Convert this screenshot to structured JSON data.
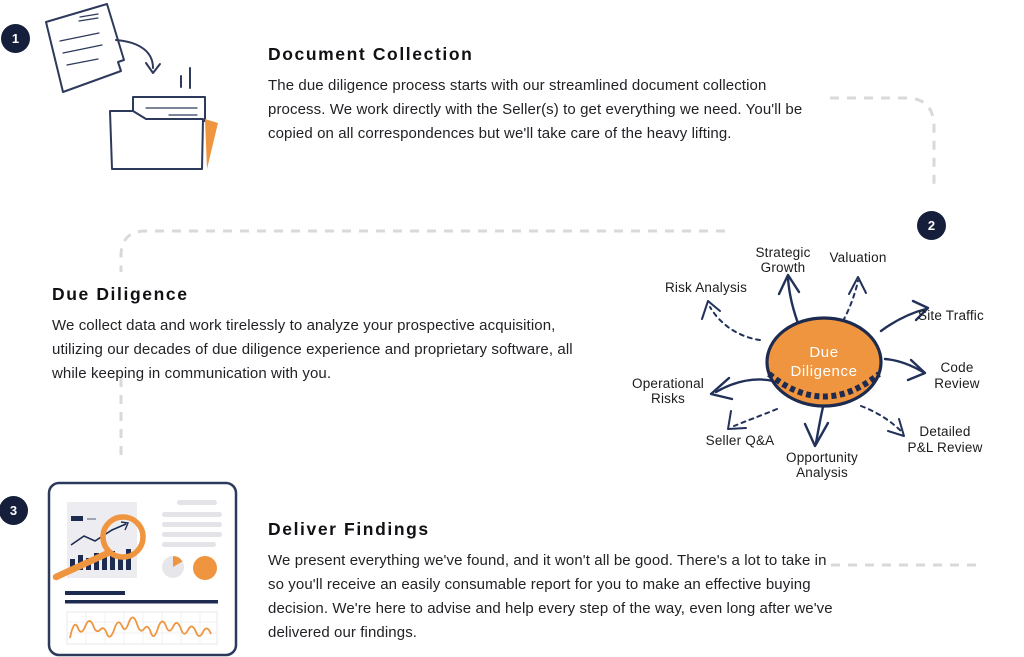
{
  "colors": {
    "navy_stroke": "#2E3A5C",
    "badge_navy": "#151E3A",
    "orange": "#F0953F",
    "dash_gray": "#D9D9D9",
    "panel_gray": "#EDEDF1",
    "hub_stroke": "#1D2B50"
  },
  "icons": {
    "step1": "document-to-folder-icon",
    "step3": "analytics-report-icon"
  },
  "steps": [
    {
      "number": "1",
      "title": "Document Collection",
      "body": "The due diligence process starts with our streamlined document collection process. We work directly with the Seller(s) to get everything we need. You'll be copied on all correspondences but we'll take care of the heavy lifting."
    },
    {
      "number": "2",
      "title": "Due Diligence",
      "body": "We collect data and work tirelessly to analyze your prospective acquisition, utilizing our decades of due diligence experience and proprietary software, all while keeping in communication with you."
    },
    {
      "number": "3",
      "title": "Deliver Findings",
      "body": "We present everything we've found, and it won't all be good. There's a lot to take in so you'll receive an easily consumable report for you to make an effective buying decision. We're here to advise and help every step of the way, even long after we've delivered our findings."
    }
  ],
  "hub": {
    "center": {
      "l1": "Due",
      "l2": "Diligence"
    },
    "spokes": [
      {
        "l1": "Strategic",
        "l2": "Growth"
      },
      {
        "l1": "Valuation",
        "l2": ""
      },
      {
        "l1": "Risk Analysis",
        "l2": ""
      },
      {
        "l1": "Site Traffic",
        "l2": ""
      },
      {
        "l1": "Code",
        "l2": "Review"
      },
      {
        "l1": "Operational",
        "l2": "Risks"
      },
      {
        "l1": "Seller Q&A",
        "l2": ""
      },
      {
        "l1": "Opportunity",
        "l2": "Analysis"
      },
      {
        "l1": "Detailed",
        "l2": "P&L Review"
      }
    ]
  }
}
